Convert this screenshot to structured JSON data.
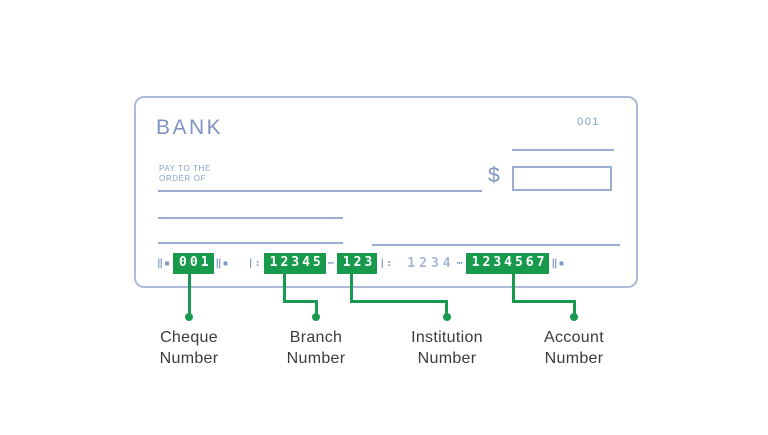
{
  "cheque": {
    "bank_name": "BANK",
    "top_cheque_number": "001",
    "pay_to_label": "PAY TO THE\nORDER OF",
    "currency_symbol": "$"
  },
  "micr": {
    "onus_symbol": "‖▪",
    "transit_symbol": "|:",
    "dash_symbol": "⋯",
    "cheque_number": "001",
    "branch_number": "12345",
    "institution_number": "123",
    "unhighlighted_number": "1234",
    "account_number": "1234567"
  },
  "labels": {
    "cheque": "Cheque\nNumber",
    "branch": "Branch\nNumber",
    "institution": "Institution\nNumber",
    "account": "Account\nNumber"
  },
  "colors": {
    "highlight_green": "#1a9950",
    "cheque_blue_text": "#7e94c1",
    "cheque_border_blue": "#adbad8",
    "label_text": "#3b3b3b"
  }
}
